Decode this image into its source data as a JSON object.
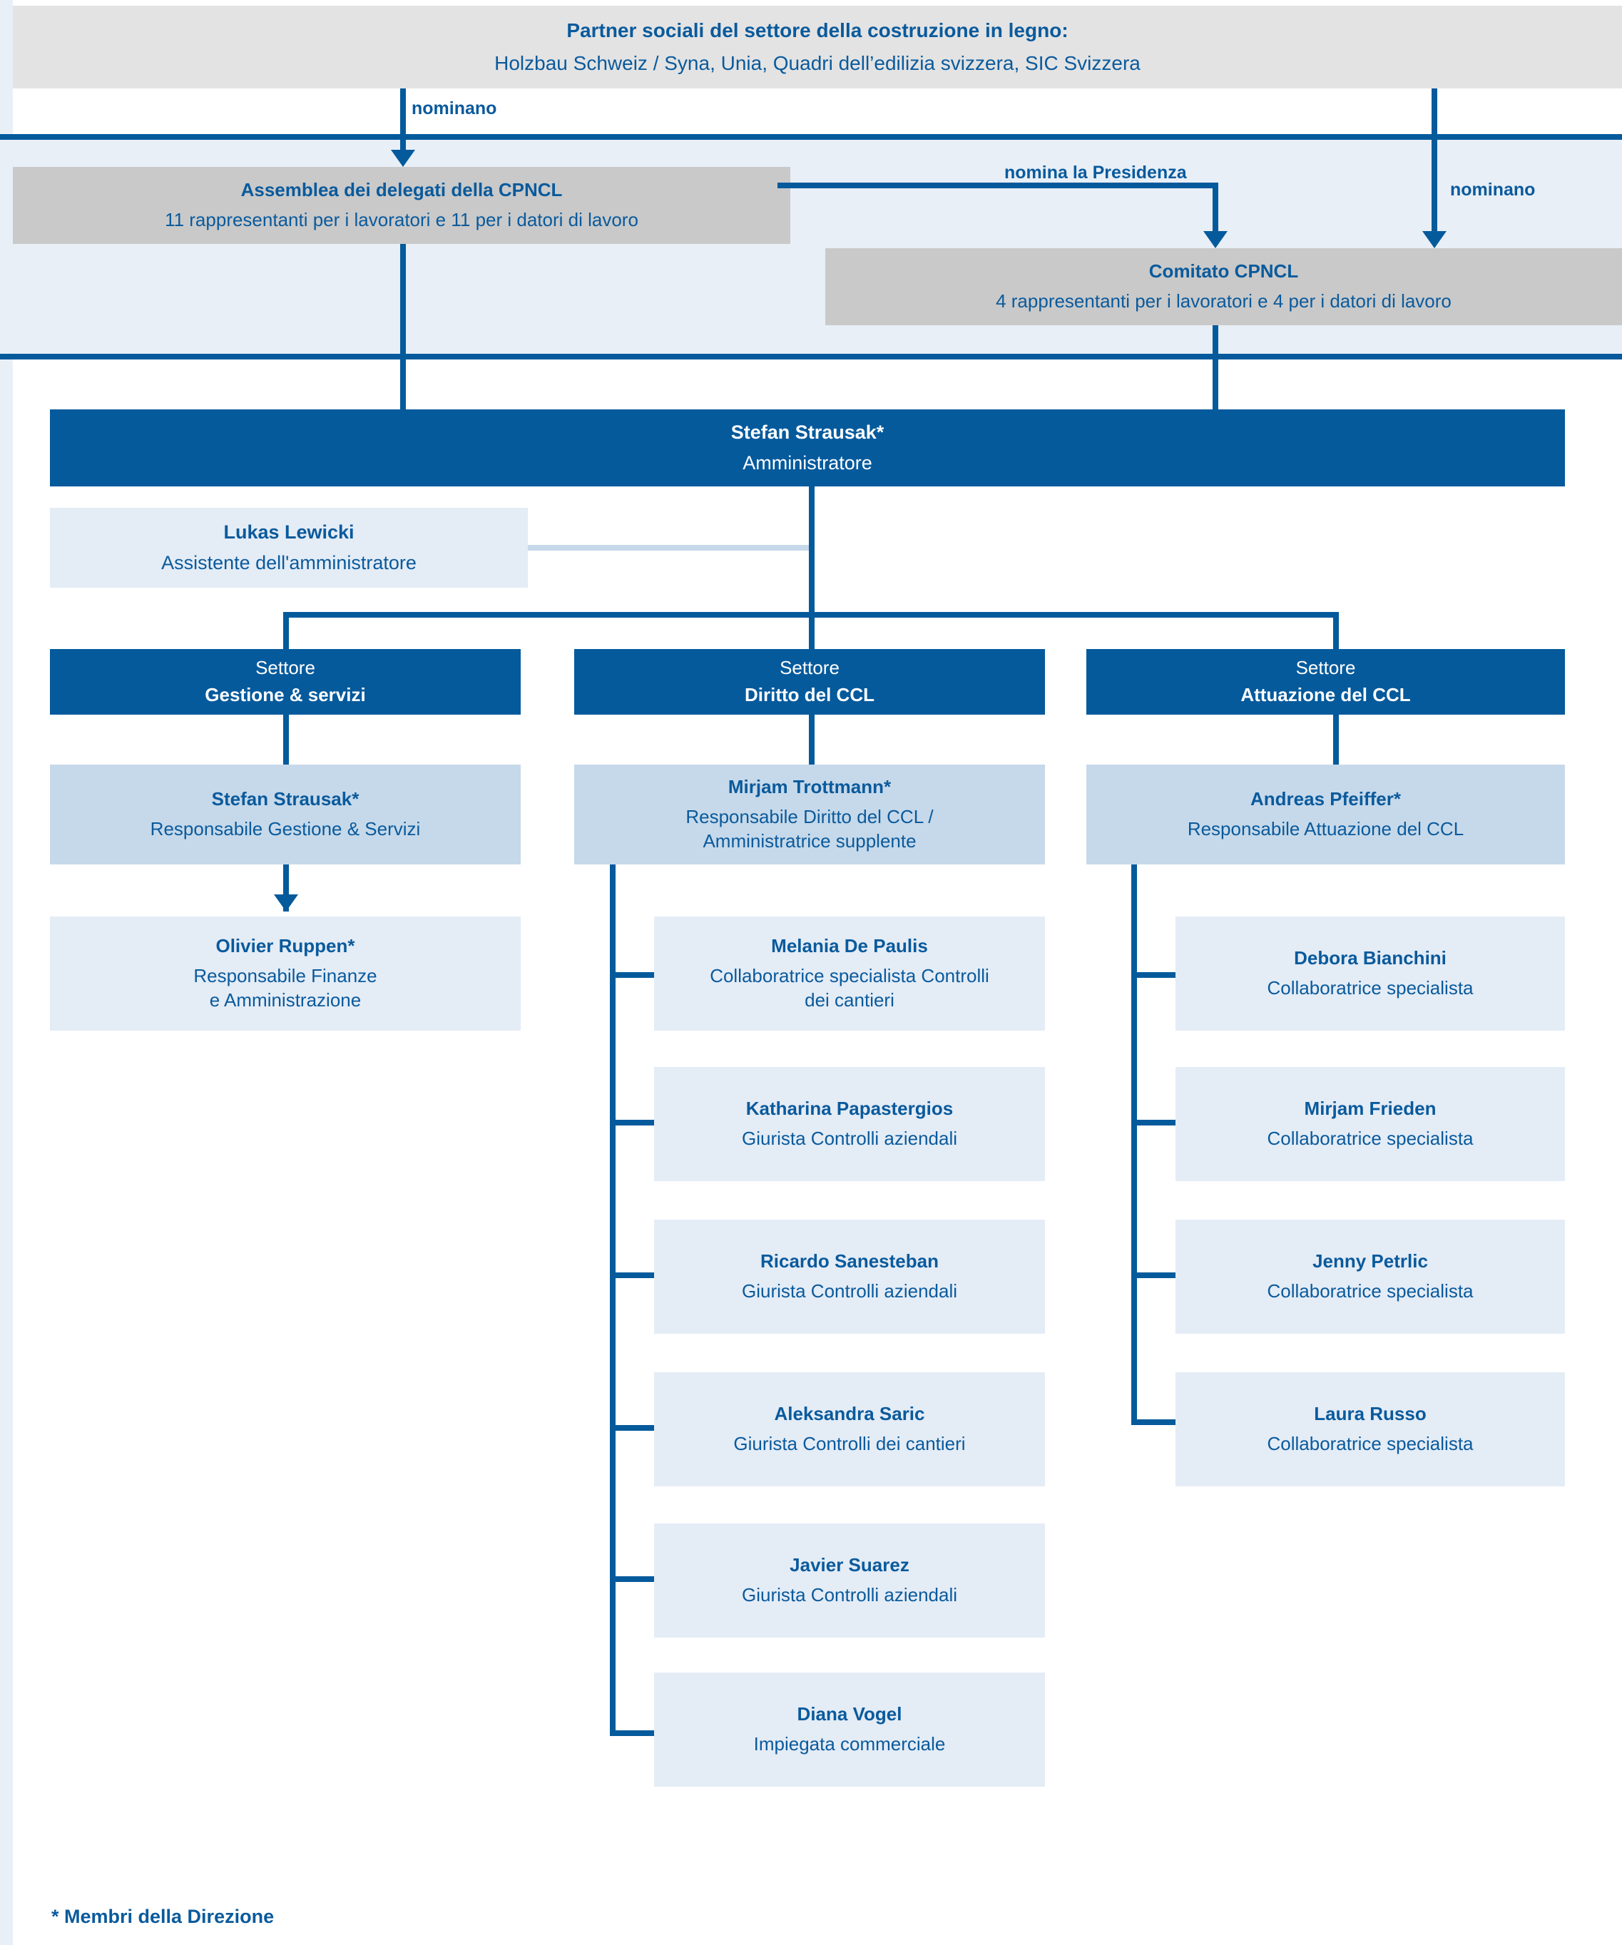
{
  "colors": {
    "accent_blue": "#055a9c",
    "text_blue": "#0a5a9c",
    "grey_header": "#e3e3e3",
    "grey_box": "#c9c9c9",
    "mid_blue_box": "#c6d9ea",
    "light_blue_box": "#e4ecf6",
    "band_blue": "#e8eff7",
    "white": "#ffffff"
  },
  "header": {
    "title": "Partner sociali del settore della costruzione in legno:",
    "subtitle": "Holzbau Schweiz / Syna, Unia, Quadri dell’edilizia svizzera, SIC Svizzera"
  },
  "edges": {
    "nominano_left": "nominano",
    "nomina_presidenza": "nomina la Presidenza",
    "nominano_right": "nominano"
  },
  "governance": {
    "assembly": {
      "title": "Assemblea dei delegati della CPNCL",
      "subtitle": "11 rappresentanti per i lavoratori e 11 per i datori di lavoro"
    },
    "committee": {
      "title": "Comitato CPNCL",
      "subtitle": "4 rappresentanti per i lavoratori e 4 per i datori di lavoro"
    }
  },
  "management": {
    "administrator": {
      "name": "Stefan Strausak*",
      "role": "Amministratore"
    },
    "assistant": {
      "name": "Lukas Lewicki",
      "role": "Assistente dell'amministratore"
    }
  },
  "sectors": [
    {
      "kicker": "Settore",
      "name": "Gestione & servizi",
      "head": {
        "name": "Stefan Strausak*",
        "role_lines": [
          "Responsabile Gestione & Servizi"
        ]
      },
      "staff": [
        {
          "name": "Olivier Ruppen*",
          "role_lines": [
            "Responsabile Finanze",
            "e Amministrazione"
          ]
        }
      ]
    },
    {
      "kicker": "Settore",
      "name": "Diritto del CCL",
      "head": {
        "name": "Mirjam Trottmann*",
        "role_lines": [
          "Responsabile Diritto del CCL /",
          "Amministratrice supplente"
        ]
      },
      "staff": [
        {
          "name": "Melania De Paulis",
          "role_lines": [
            "Collaboratrice specialista Controlli",
            "dei cantieri"
          ]
        },
        {
          "name": "Katharina Papastergios",
          "role_lines": [
            "Giurista Controlli aziendali"
          ]
        },
        {
          "name": "Ricardo Sanesteban",
          "role_lines": [
            "Giurista Controlli aziendali"
          ]
        },
        {
          "name": "Aleksandra Saric",
          "role_lines": [
            "Giurista Controlli dei cantieri"
          ]
        },
        {
          "name": "Javier Suarez",
          "role_lines": [
            "Giurista Controlli aziendali"
          ]
        },
        {
          "name": "Diana Vogel",
          "role_lines": [
            "Impiegata commerciale"
          ]
        }
      ]
    },
    {
      "kicker": "Settore",
      "name": "Attuazione del CCL",
      "head": {
        "name": "Andreas Pfeiffer*",
        "role_lines": [
          "Responsabile Attuazione del CCL"
        ]
      },
      "staff": [
        {
          "name": "Debora Bianchini",
          "role_lines": [
            "Collaboratrice specialista"
          ]
        },
        {
          "name": "Mirjam Frieden",
          "role_lines": [
            "Collaboratrice specialista"
          ]
        },
        {
          "name": "Jenny Petrlic",
          "role_lines": [
            "Collaboratrice specialista"
          ]
        },
        {
          "name": "Laura Russo",
          "role_lines": [
            "Collaboratrice specialista"
          ]
        }
      ]
    }
  ],
  "footnote": "* Membri della Direzione"
}
